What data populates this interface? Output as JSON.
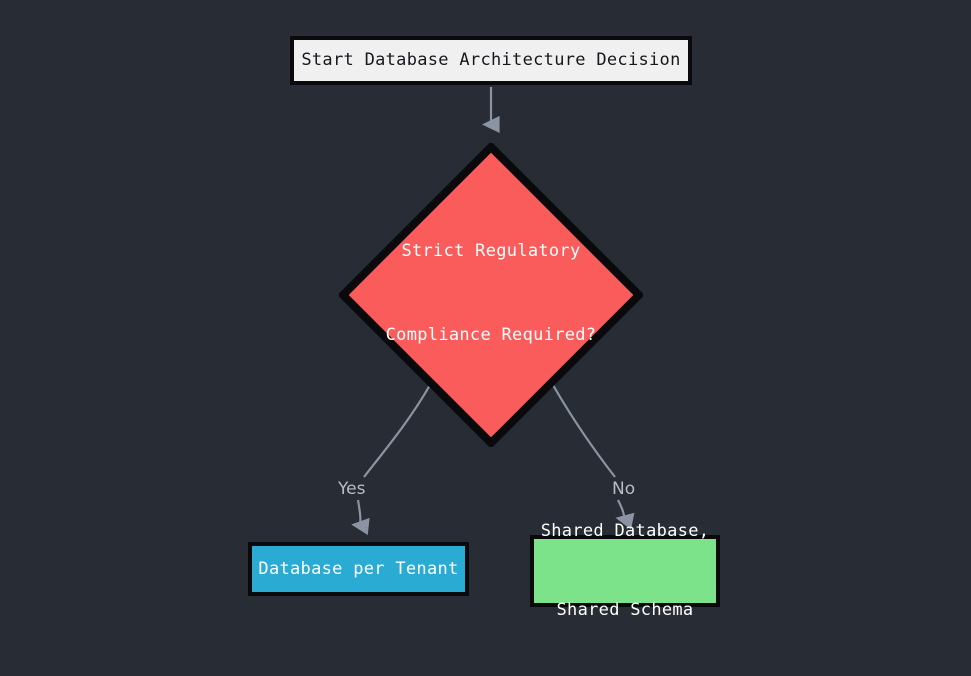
{
  "diagram": {
    "type": "flowchart",
    "orientation": "top-down",
    "background_color": "#282c34",
    "edge_color": "#8a94a3",
    "nodes": [
      {
        "id": "start",
        "shape": "rectangle",
        "label": "Start Database Architecture Decision",
        "fill_color": "#f0f0f0",
        "text_color": "#16181d",
        "border_color": "#0a0a0c"
      },
      {
        "id": "decision",
        "shape": "diamond",
        "label_line1": "Strict Regulatory",
        "label_line2": "Compliance Required?",
        "fill_color": "#fa5c5c",
        "text_color": "#ffffff",
        "border_color": "#0a0a0c"
      },
      {
        "id": "db_per_tenant",
        "shape": "rectangle",
        "label": "Database per Tenant",
        "fill_color": "#29abd4",
        "text_color": "#ffffff",
        "border_color": "#0a0a0c"
      },
      {
        "id": "shared_schema",
        "shape": "rectangle",
        "label_line1": "Shared Database,",
        "label_line2": "Shared Schema",
        "fill_color": "#7de38a",
        "text_color": "#ffffff",
        "border_color": "#0a0a0c"
      }
    ],
    "edges": [
      {
        "id": "start_to_decision",
        "from": "start",
        "to": "decision",
        "label": ""
      },
      {
        "id": "decision_yes",
        "from": "decision",
        "to": "db_per_tenant",
        "label": "Yes"
      },
      {
        "id": "decision_no",
        "from": "decision",
        "to": "shared_schema",
        "label": "No"
      }
    ]
  }
}
